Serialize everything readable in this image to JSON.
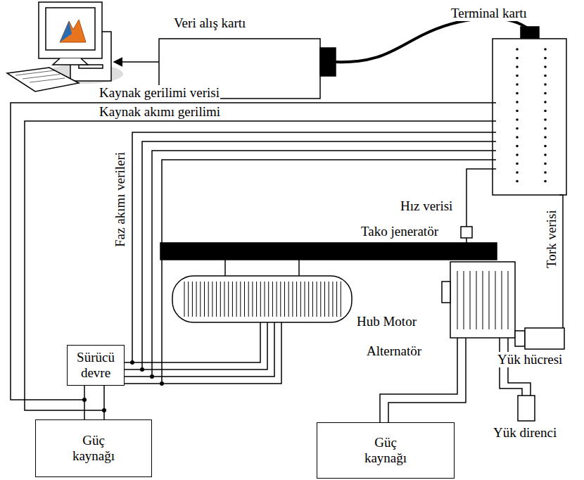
{
  "diagram": {
    "nodes": [
      {
        "text": [
          "Sürücü devre"
        ]
      },
      {
        "text": [
          "Güç kaynağı"
        ]
      },
      {
        "text": [
          "Güç kaynağı"
        ]
      }
    ],
    "edges": [
      {
        "from": 1,
        "to": 0,
        "arrow": "none"
      },
      {
        "from": 1,
        "to": 0,
        "arrow": "none"
      }
    ],
    "labels": [
      "Veri alış kartı",
      "Terminal kartı",
      "Kaynak gerilimi verisi",
      "Kaynak akımı gerilimi",
      "Faz akımı verileri",
      "Hız verisi",
      "Tako jeneratör",
      "Tork verisi",
      "Hub Motor",
      "Yük hücresi",
      "Alternatör",
      "Yük direnci"
    ]
  }
}
